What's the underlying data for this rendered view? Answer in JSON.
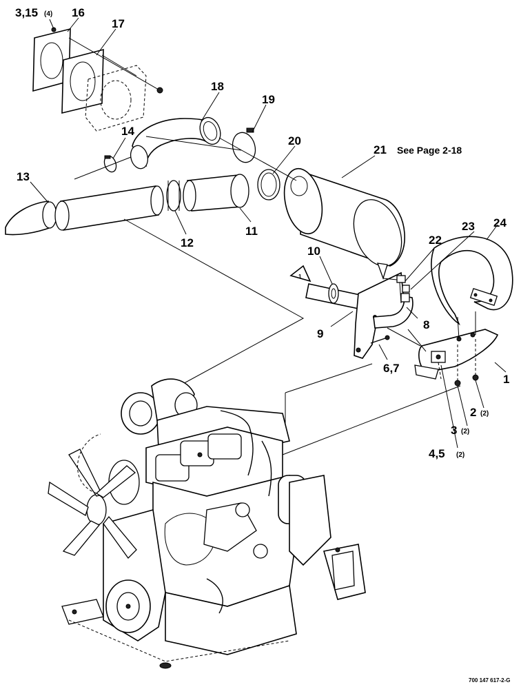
{
  "labels": {
    "l3_15": "3,15",
    "l3_15_q": "(4)",
    "l16": "16",
    "l17": "17",
    "l18": "18",
    "l19": "19",
    "l14": "14",
    "l20": "20",
    "l21": "21",
    "l21_note": "See Page 2-18",
    "l13": "13",
    "l12": "12",
    "l11": "11",
    "l10": "10",
    "l22": "22",
    "l23": "23",
    "l24": "24",
    "l9": "9",
    "l8": "8",
    "l6_7": "6,7",
    "l1": "1",
    "l2": "2",
    "l2_q": "(2)",
    "l3": "3",
    "l3_q": "(2)",
    "l4_5": "4,5",
    "l4_5_q": "(2)",
    "flag": "1"
  },
  "footer": {
    "drawing_number": "700 147 617-2-G"
  }
}
